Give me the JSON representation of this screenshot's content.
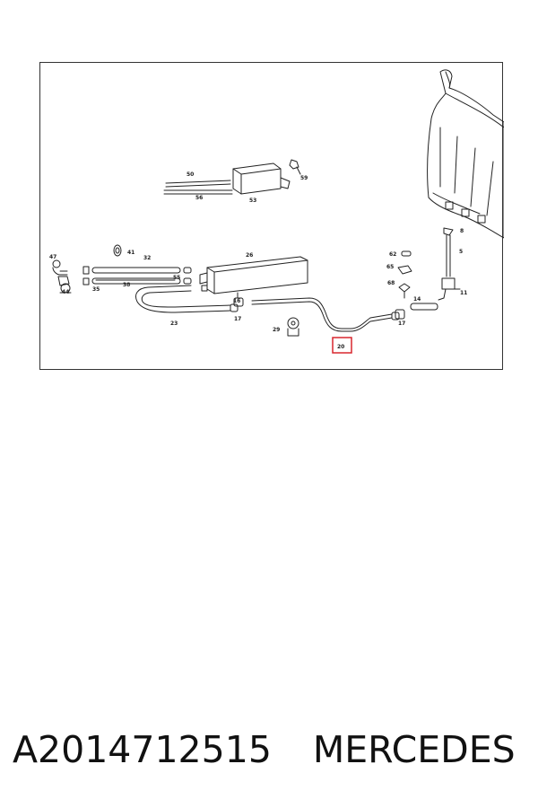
{
  "diagram": {
    "highlight_color": "#d9272e",
    "highlighted_part": "20",
    "part_labels": {
      "p50": "50",
      "p56": "56",
      "p53": "53",
      "p59": "59",
      "p47": "47",
      "p41": "41",
      "p32": "32",
      "p26": "26",
      "p44": "44",
      "p35": "35",
      "p38": "38",
      "p55": "55",
      "p23": "23",
      "p16": "16",
      "p17a": "17",
      "p29": "29",
      "p20": "20",
      "p62": "62",
      "p65": "65",
      "p68": "68",
      "p14": "14",
      "p17b": "17",
      "p8": "8",
      "p5": "5",
      "p11": "11"
    }
  },
  "footer": {
    "part_number": "A2014712515",
    "brand": "MERCEDES"
  }
}
